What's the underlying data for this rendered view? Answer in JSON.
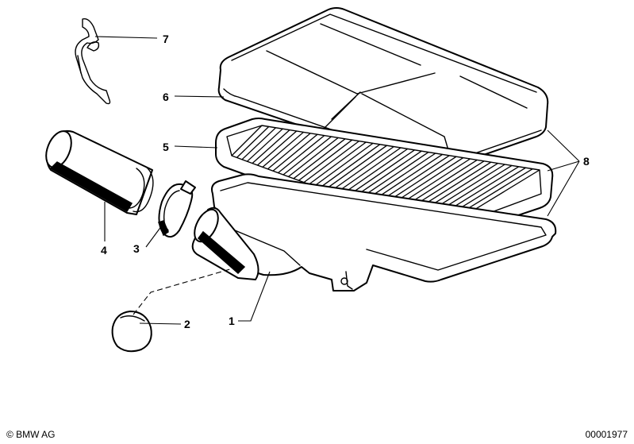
{
  "callouts": {
    "c1": "1",
    "c2": "2",
    "c3": "3",
    "c4": "4",
    "c5": "5",
    "c6": "6",
    "c7": "7",
    "c8": "8"
  },
  "footer": {
    "copyright": "© BMW AG",
    "doc_number": "00001977"
  }
}
